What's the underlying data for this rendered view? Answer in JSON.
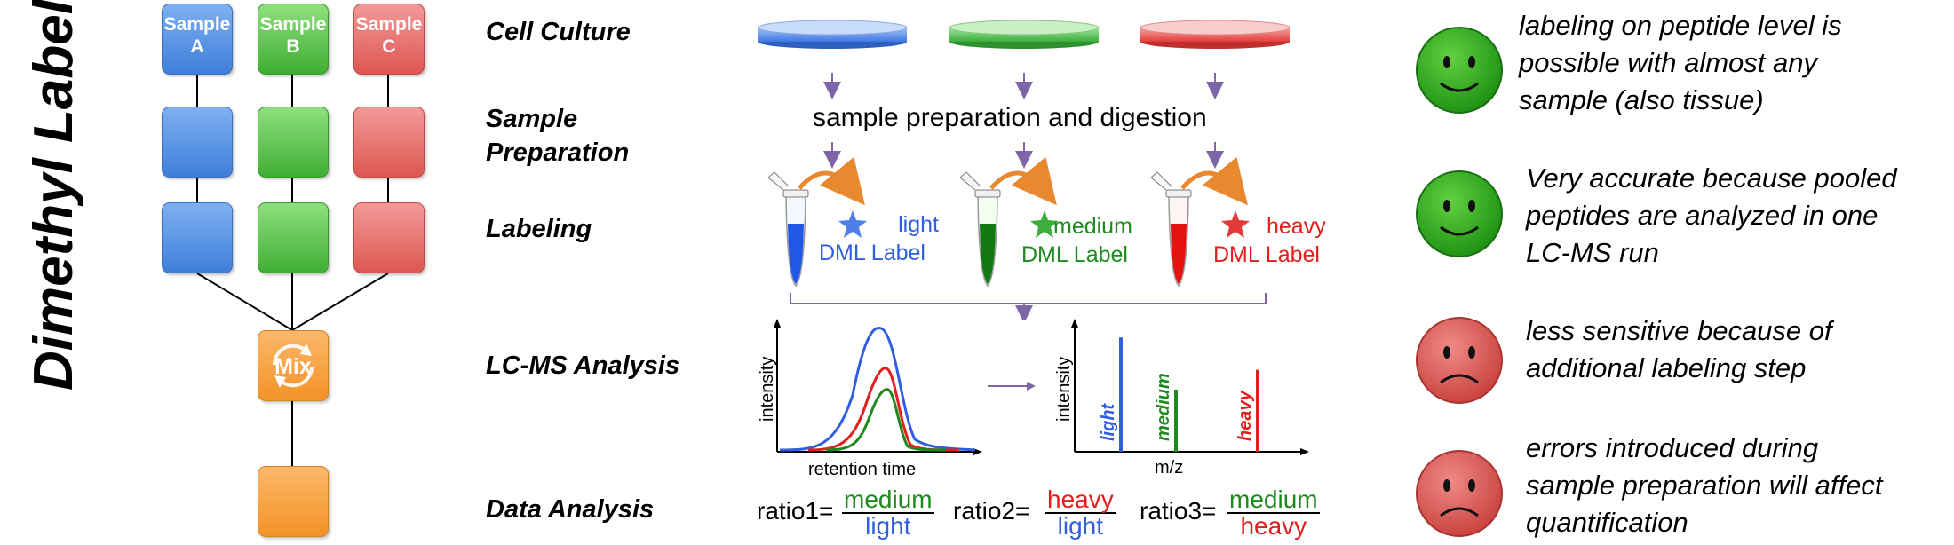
{
  "title": "Dimethyl Labeling",
  "samples": [
    {
      "label_line1": "Sample",
      "label_line2": "A",
      "color": "#4f8be4"
    },
    {
      "label_line1": "Sample",
      "label_line2": "B",
      "color": "#54c044"
    },
    {
      "label_line1": "Sample",
      "label_line2": "C",
      "color": "#e26a67"
    }
  ],
  "mix_label": "Mix",
  "steps": {
    "cell_culture": "Cell Culture",
    "sample_prep_line1": "Sample",
    "sample_prep_line2": "Preparation",
    "labeling": "Labeling",
    "lcms": "LC-MS Analysis",
    "data_analysis": "Data Analysis"
  },
  "sample_prep_text": "sample preparation and digestion",
  "labels": [
    {
      "name": "light",
      "reagent": "DML Label",
      "color": "#2f5fe0"
    },
    {
      "name": "medium",
      "reagent": "DML Label",
      "color": "#1e8a1e"
    },
    {
      "name": "heavy",
      "reagent": "DML Label",
      "color": "#e41d1d"
    }
  ],
  "chromatogram": {
    "ylabel": "intensity",
    "xlabel": "retention time"
  },
  "spectrum": {
    "ylabel": "intensity",
    "xlabel": "m/z",
    "peaks": [
      {
        "name": "light",
        "color": "#2f5fe0",
        "value": 0.92
      },
      {
        "name": "medium",
        "color": "#1e8a1e",
        "value": 0.5
      },
      {
        "name": "heavy",
        "color": "#e41d1d",
        "value": 0.66
      }
    ]
  },
  "ratios": [
    {
      "prefix": "ratio1=",
      "num": "medium",
      "den": "light",
      "num_color": "#1e8a1e",
      "den_color": "#2f5fe0"
    },
    {
      "prefix": "ratio2=",
      "num": "heavy",
      "den": "light",
      "num_color": "#e41d1d",
      "den_color": "#2f5fe0"
    },
    {
      "prefix": "ratio3=",
      "num": "medium",
      "den": "heavy",
      "num_color": "#1e8a1e",
      "den_color": "#e41d1d"
    }
  ],
  "points": [
    {
      "mood": "happy",
      "text": "labeling on peptide level is possible with almost any sample (also tissue)"
    },
    {
      "mood": "happy",
      "text": "Very accurate because pooled peptides are analyzed in one LC-MS run"
    },
    {
      "mood": "sad",
      "text": "less sensitive because of additional labeling step"
    },
    {
      "mood": "sad",
      "text": "errors introduced during sample preparation will affect quantification"
    }
  ]
}
